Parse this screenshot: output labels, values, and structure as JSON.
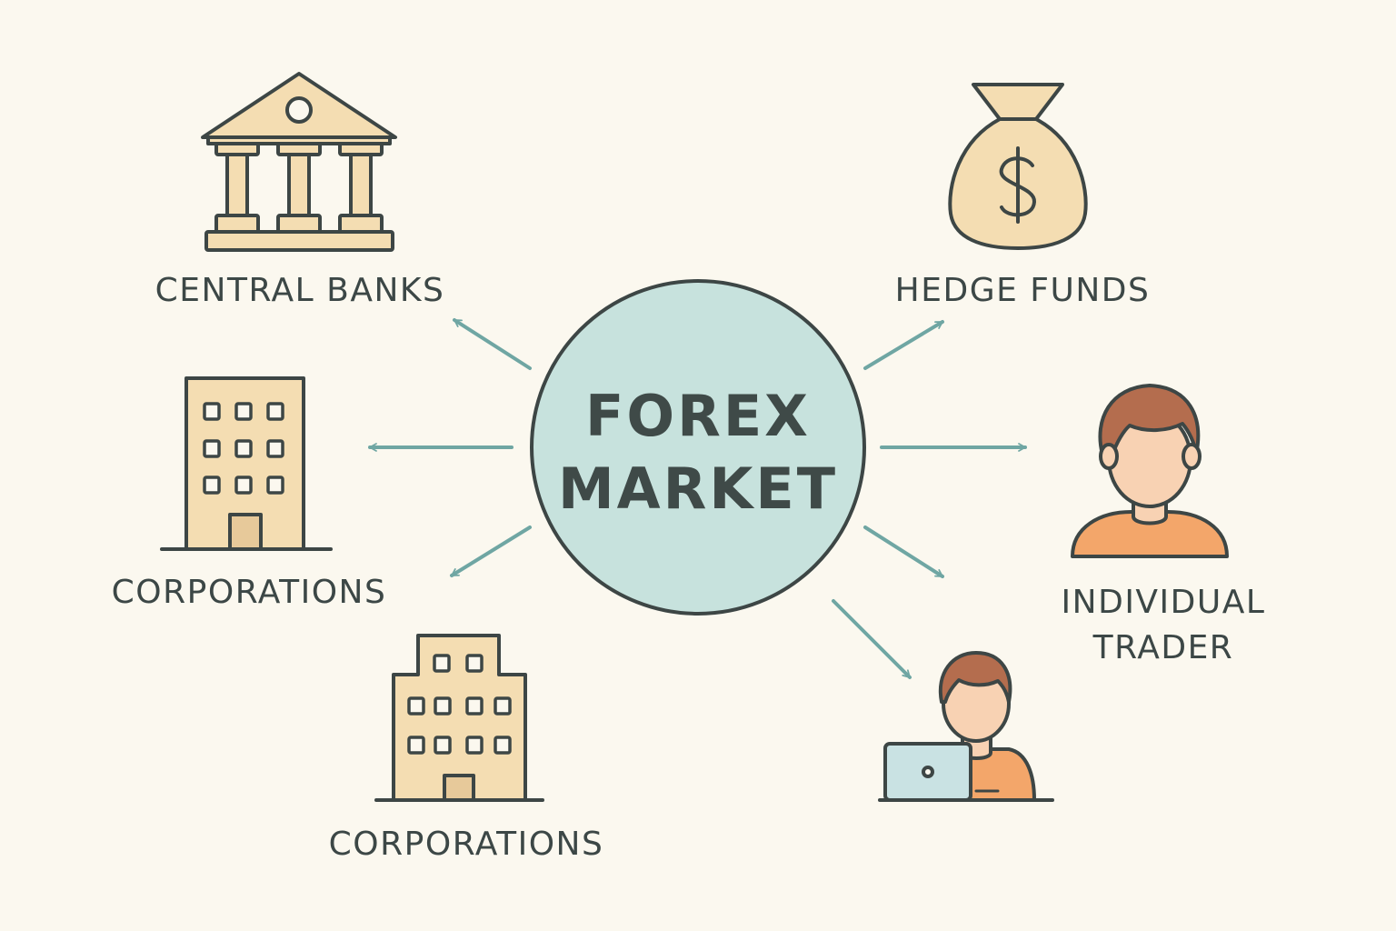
{
  "center": {
    "line1": "FOREX",
    "line2": "MARKET"
  },
  "nodes": {
    "central_banks": {
      "label": "CENTRAL BANKS",
      "icon": "bank-building-icon"
    },
    "corporations_1": {
      "label": "CORPORATIONS",
      "icon": "office-building-icon"
    },
    "corporations_2": {
      "label": "CORPORATIONS",
      "icon": "office-building-icon"
    },
    "hedge_funds": {
      "label": "HEDGE FUNDS",
      "icon": "money-bag-icon"
    },
    "individual_trader": {
      "label_line1": "INDIVIDUAL",
      "label_line2": "TRADER",
      "icon": "person-icon"
    },
    "laptop_trader": {
      "icon": "person-laptop-icon"
    }
  },
  "colors": {
    "background": "#fbf8ef",
    "center_fill": "#c7e2dd",
    "outline": "#3d4645",
    "arrow": "#6fa6a3",
    "icon_fill": "#f4ddb2",
    "skin": "#f8d2b3",
    "hair": "#b46d4e",
    "shirt": "#f3a66a",
    "laptop": "#c9e2e3"
  }
}
